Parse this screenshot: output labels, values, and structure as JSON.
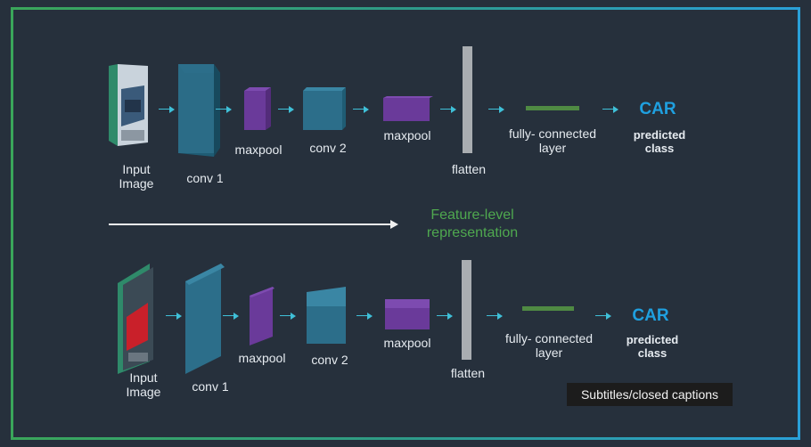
{
  "top": {
    "input_label": "Input\nImage",
    "conv1_label": "conv 1",
    "maxpool1_label": "maxpool",
    "conv2_label": "conv 2",
    "maxpool2_label": "maxpool",
    "flatten_label": "flatten",
    "fc_label": "fully- connected\nlayer",
    "class_name": "CAR",
    "predicted_label": "predicted\nclass"
  },
  "middle": {
    "feature_label": "Feature-level\nrepresentation"
  },
  "bottom": {
    "input_label": "Input\nImage",
    "conv1_label": "conv 1",
    "maxpool1_label": "maxpool",
    "conv2_label": "conv 2",
    "maxpool2_label": "maxpool",
    "flatten_label": "flatten",
    "fc_label": "fully- connected\nlayer",
    "class_name": "CAR",
    "predicted_label": "predicted\nclass"
  },
  "caption": {
    "text": "Subtitles/closed captions"
  },
  "colors": {
    "conv": "#2c6e8a",
    "maxpool": "#6a3a9a",
    "flatten": "#a9adb1",
    "fc": "#4f8a43",
    "car": "#1fa0e0",
    "feature": "#4fa84f",
    "arrow": "#3fc0d8"
  }
}
